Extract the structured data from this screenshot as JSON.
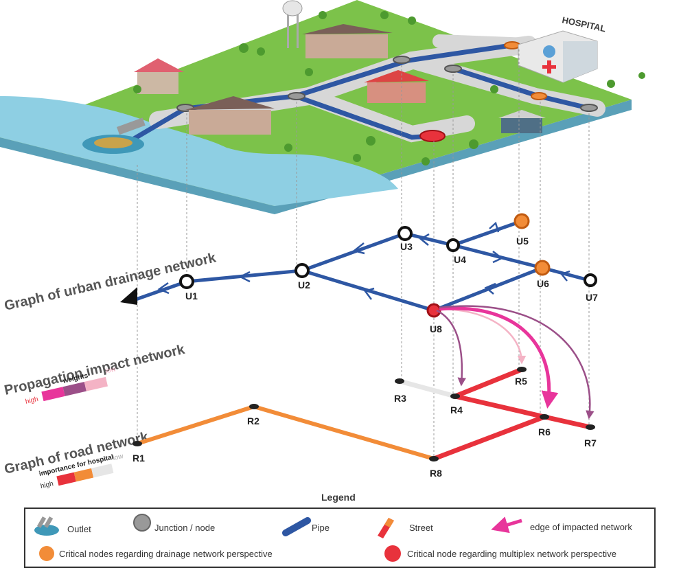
{
  "map": {
    "hospital_sign": "HOSPITAL"
  },
  "titles": {
    "drainage": "Graph of urban drainage network",
    "propagation": "Propagation impact network",
    "road": "Graph of road network"
  },
  "weights_scale": {
    "title": "weights",
    "high": "high",
    "low": "low",
    "colors": [
      "#e8359b",
      "#9b4f88",
      "#f4b3c5"
    ]
  },
  "importance_scale": {
    "title": "importance for hospital",
    "high": "high",
    "low": "low",
    "colors": [
      "#e8323c",
      "#f28c38",
      "#e6e6e6"
    ]
  },
  "drainage_nodes": {
    "U1": "U1",
    "U2": "U2",
    "U3": "U3",
    "U4": "U4",
    "U5": "U5",
    "U6": "U6",
    "U7": "U7",
    "U8": "U8"
  },
  "road_nodes": {
    "R1": "R1",
    "R2": "R2",
    "R3": "R3",
    "R4": "R4",
    "R5": "R5",
    "R6": "R6",
    "R7": "R7",
    "R8": "R8"
  },
  "legend": {
    "title": "Legend",
    "outlet": "Outlet",
    "junction": "Junction / node",
    "pipe": "Pipe",
    "street": "Street",
    "impact_edge": "edge of impacted network",
    "critical_drainage": "Critical nodes regarding drainage network perspective",
    "critical_multiplex": "Critical node regarding multiplex network perspective"
  },
  "colors": {
    "pipe": "#2e57a3",
    "critical_drainage": "#f28c38",
    "critical_multiplex": "#e8323c",
    "road_high": "#e8323c",
    "road_mid": "#f28c38",
    "road_low": "#e6e6e6",
    "impact": "#e8359b",
    "grass": "#7cc24a",
    "water": "#8ecfe3"
  }
}
